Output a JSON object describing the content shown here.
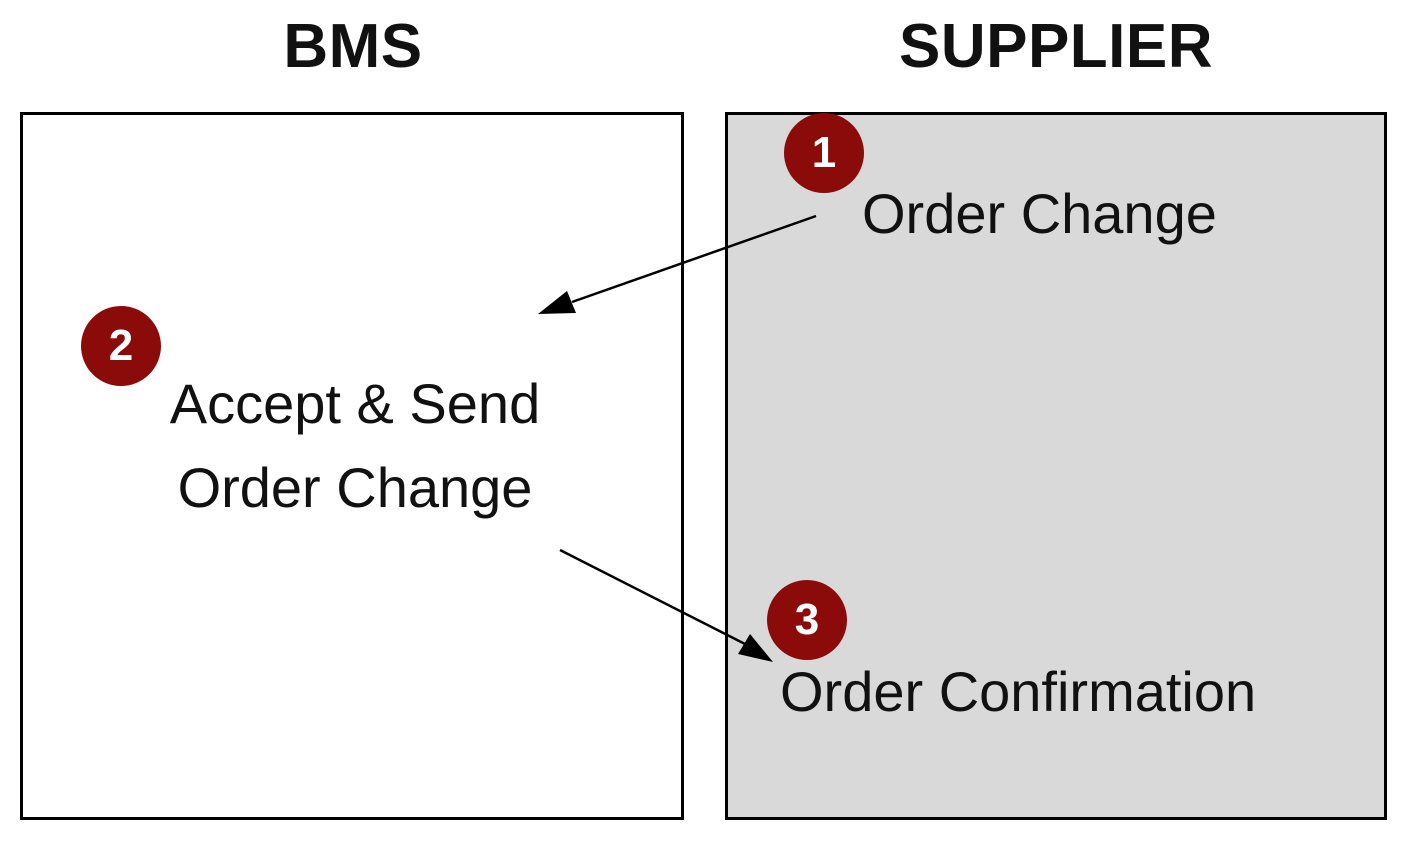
{
  "lanes": [
    {
      "title": "BMS",
      "fill": "#ffffff"
    },
    {
      "title": "SUPPLIER",
      "fill": "#d9d9d9"
    }
  ],
  "badge_color": "#8b0a0a",
  "steps": [
    {
      "number": "1",
      "label": "Order Change",
      "lane": "SUPPLIER"
    },
    {
      "number": "2",
      "label": "Accept & Send Order Change",
      "lane": "BMS"
    },
    {
      "number": "3",
      "label": "Order Confirmation",
      "lane": "SUPPLIER"
    }
  ],
  "connectors": [
    {
      "from": "1",
      "to": "2"
    },
    {
      "from": "2",
      "to": "3"
    }
  ]
}
